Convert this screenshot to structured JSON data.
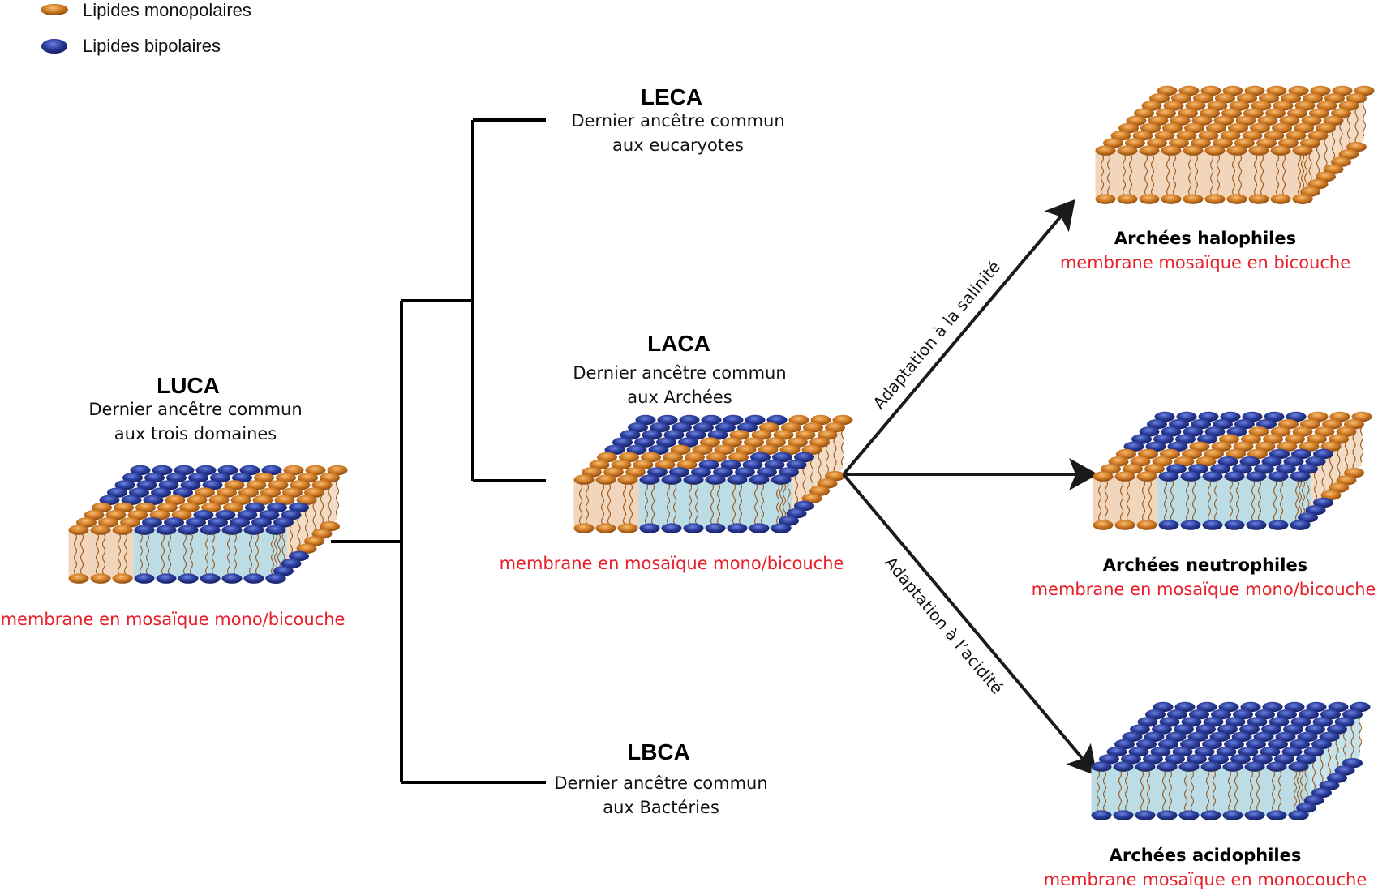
{
  "legend": {
    "items": [
      {
        "label": "Lipides monopolaires",
        "type": "mono",
        "color": "#c8711c"
      },
      {
        "label": "Lipides bipolaires",
        "type": "bi",
        "color": "#2a3a96"
      }
    ]
  },
  "colors": {
    "mono_head": "#c8711c",
    "mono_head_light": "#f0a95a",
    "bi_head": "#26358f",
    "bi_head_light": "#5a6fd0",
    "mono_fill": "#f1d6bb",
    "bi_fill": "#bcdde6",
    "tail": "#9a5a20",
    "red_text": "#e8202a",
    "line": "#000000"
  },
  "nodes": {
    "luca": {
      "title": "LUCA",
      "line1": "Dernier ancêtre commun",
      "line2": "aux trois domaines",
      "membrane": "membrane en mosaïque mono/bicouche",
      "pattern": "mosaic"
    },
    "leca": {
      "title": "LECA",
      "line1": "Dernier ancêtre commun",
      "line2": "aux eucaryotes"
    },
    "laca": {
      "title": "LACA",
      "line1": "Dernier ancêtre commun",
      "line2": "aux Archées",
      "membrane": "membrane en mosaïque mono/bicouche",
      "pattern": "mosaic"
    },
    "lbca": {
      "title": "LBCA",
      "line1": "Dernier ancêtre commun",
      "line2": "aux Bactéries"
    }
  },
  "archaea": [
    {
      "name": "Archées halophiles",
      "membrane": "membrane mosaïque en bicouche",
      "pattern": "mono"
    },
    {
      "name": "Archées neutrophiles",
      "membrane": "membrane en mosaïque mono/bicouche",
      "pattern": "mosaic"
    },
    {
      "name": "Archées acidophiles",
      "membrane": "membrane mosaïque en monocouche",
      "pattern": "bi"
    }
  ],
  "arrows": {
    "salinity": "Adaptation à la salinité",
    "acidity": "Adaptation à l’acidité"
  }
}
